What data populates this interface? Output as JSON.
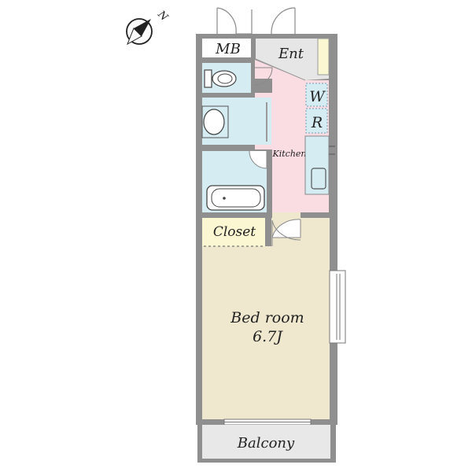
{
  "compass": {
    "letter": "N",
    "icon": "compass-icon"
  },
  "rooms": {
    "mb": "MB",
    "ent": "Ent",
    "w": "W",
    "r": "R",
    "kitchen": "Kitchen",
    "closet": "Closet",
    "bedroom_name": "Bed room",
    "bedroom_size": "6.7J",
    "balcony": "Balcony"
  },
  "colors": {
    "wall": "#8f8f8f",
    "wall_dark": "#7a7a7a",
    "kitchen": "#f9dde3",
    "wet": "#d5ecf3",
    "bedroom": "#efe8cf",
    "closet": "#fbf7d2",
    "balcony": "#e8e8e8",
    "entry": "#e6e6e6",
    "door_line": "#8a8a8a"
  }
}
